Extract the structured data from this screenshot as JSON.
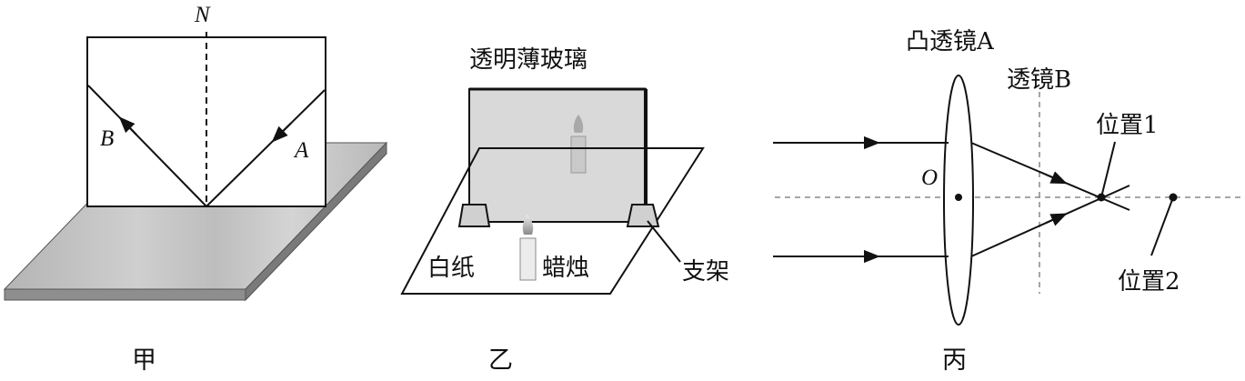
{
  "figures": {
    "jia": {
      "caption": "甲",
      "label_normal": "N",
      "label_ray_a": "A",
      "label_ray_b": "B"
    },
    "yi": {
      "caption": "乙",
      "label_glass": "透明薄玻璃",
      "label_paper": "白纸",
      "label_candle": "蜡烛",
      "label_stand": "支架"
    },
    "bing": {
      "caption": "丙",
      "label_lens_a": "凸透镜A",
      "label_lens_b": "透镜B",
      "label_center": "O",
      "label_pos1": "位置1",
      "label_pos2": "位置2"
    }
  },
  "colors": {
    "stroke": "#111111",
    "dashed_axis": "#888888",
    "glass_fill": "#d9d9d9",
    "board_top": "#c4c4c4",
    "board_side": "#8e8e8e"
  }
}
